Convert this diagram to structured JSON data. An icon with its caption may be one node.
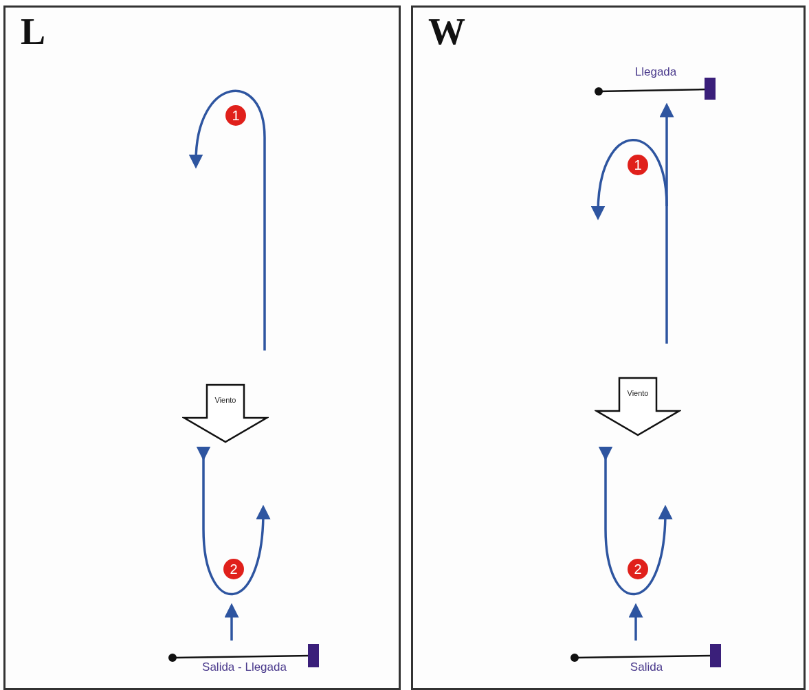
{
  "diagram": {
    "nodes": [
      {
        "text": [
          "L"
        ]
      },
      {
        "text": [
          "1"
        ],
        "in": 0
      },
      {
        "text": [
          "Viento"
        ],
        "in": 0
      },
      {
        "text": [
          "2"
        ],
        "in": 0
      },
      {
        "text": [
          "Salida - Llegada"
        ],
        "in": 0
      },
      {
        "text": [
          "W"
        ]
      },
      {
        "text": [
          "Llegada"
        ],
        "in": 5
      },
      {
        "text": [
          "1"
        ],
        "in": 5
      },
      {
        "text": [
          "Viento"
        ],
        "in": 5
      },
      {
        "text": [
          "2"
        ],
        "in": 5
      },
      {
        "text": [
          "Salida"
        ],
        "in": 5
      }
    ]
  }
}
